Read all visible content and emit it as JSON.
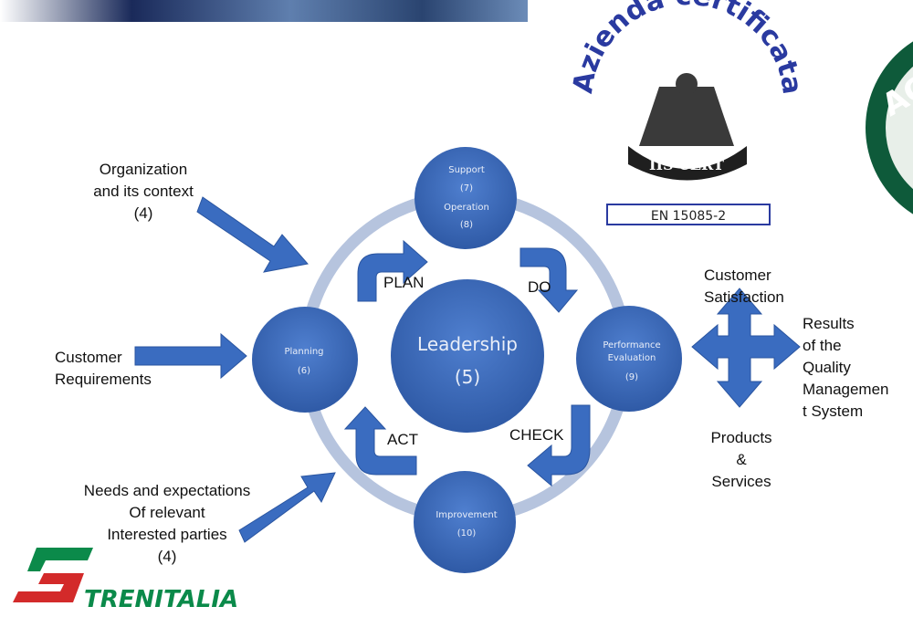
{
  "header_banner": {
    "colors": [
      "#0a1a3a",
      "#3a5a8a",
      "#9ab8d8"
    ]
  },
  "cert_logo": {
    "arc_text": "Azienda certificata",
    "seal_text": "IIS CERT",
    "standard": "EN 15085-2",
    "colors": {
      "text": "#2a3aa0",
      "seal": "#222222"
    }
  },
  "accredia_logo": {
    "visible_text": "ACC",
    "color": "#0e5a3a"
  },
  "nodes": {
    "center": {
      "title": "Leadership",
      "number": "(5)"
    },
    "top": {
      "line1": "Support",
      "line2": "(7)",
      "line3": "Operation",
      "line4": "(8)"
    },
    "left": {
      "title": "Planning",
      "number": "(6)"
    },
    "right": {
      "line1": "Performance",
      "line2": "Evaluation",
      "line3": "(9)"
    },
    "bottom": {
      "title": "Improvement",
      "number": "(10)"
    }
  },
  "cycle": {
    "plan": "PLAN",
    "do": "DO",
    "check": "CHECK",
    "act": "ACT"
  },
  "inputs": {
    "org_context": [
      "Organization",
      "and its context",
      "(4)"
    ],
    "customer_req": [
      "Customer",
      "Requirements"
    ],
    "needs": [
      "Needs and expectations",
      "Of relevant",
      "Interested parties",
      "(4)"
    ]
  },
  "outputs": {
    "satisfaction": [
      "Customer",
      "Satisfaction"
    ],
    "results": [
      "Results",
      "of the",
      "Quality",
      "Managemen",
      "t System"
    ],
    "products": [
      "Products",
      "&",
      "Services"
    ]
  },
  "footer_logo": {
    "text": "TRENITALIA",
    "colors": {
      "green": "#0b8a4a",
      "red": "#d32a2a"
    }
  },
  "palette": {
    "node": "#3f6fc0",
    "node_dark": "#2e5aa8",
    "ring": "#b6c4de",
    "arrow": "#3a6cc0",
    "arrow_edge": "#2a55a0"
  }
}
